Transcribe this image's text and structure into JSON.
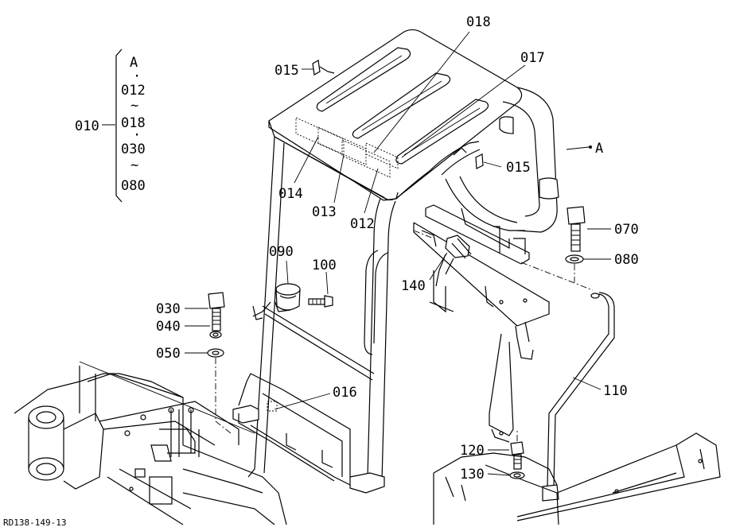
{
  "diagram": {
    "code": "RD138-149-13",
    "group": {
      "label": "010",
      "items": [
        "A",
        "·",
        "012",
        "~",
        "018",
        "·",
        "030",
        "~",
        "080"
      ]
    },
    "parts": {
      "p012": "012",
      "p013": "013",
      "p014": "014",
      "p015a": "015",
      "p015b": "015",
      "p016": "016",
      "p017": "017",
      "p018": "018",
      "p030": "030",
      "p040": "040",
      "p050": "050",
      "p070": "070",
      "p080": "080",
      "p090": "090",
      "p100": "100",
      "p110": "110",
      "p120": "120",
      "p130": "130",
      "p140": "140"
    },
    "ref_a": "A"
  }
}
